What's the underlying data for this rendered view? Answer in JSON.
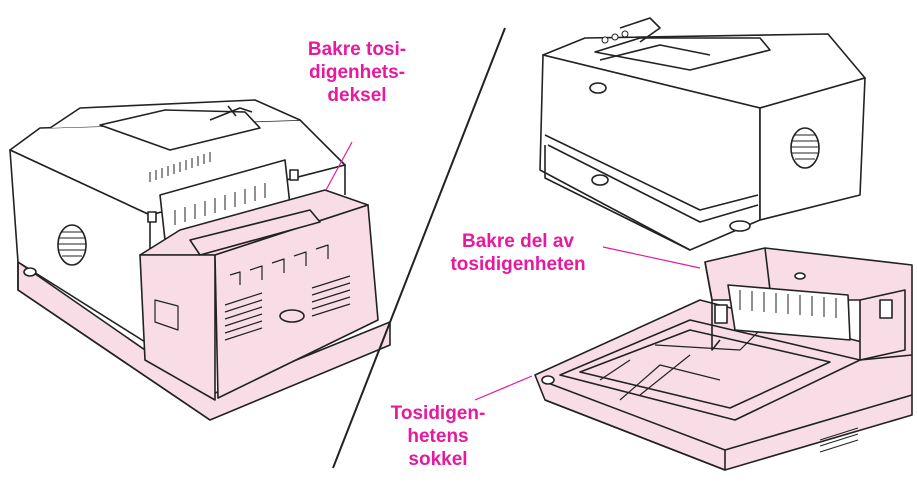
{
  "labels": {
    "rear_cover": [
      "Bakre tosi-",
      "digenhets-",
      "deksel"
    ],
    "rear_part": [
      "Bakre del av",
      "tosidigenheten"
    ],
    "base": [
      "Tosidigen-",
      "hetens",
      "sokkel"
    ]
  },
  "colors": {
    "label": "#e6199f",
    "highlight": "#f8dde6",
    "line": "#222222"
  }
}
